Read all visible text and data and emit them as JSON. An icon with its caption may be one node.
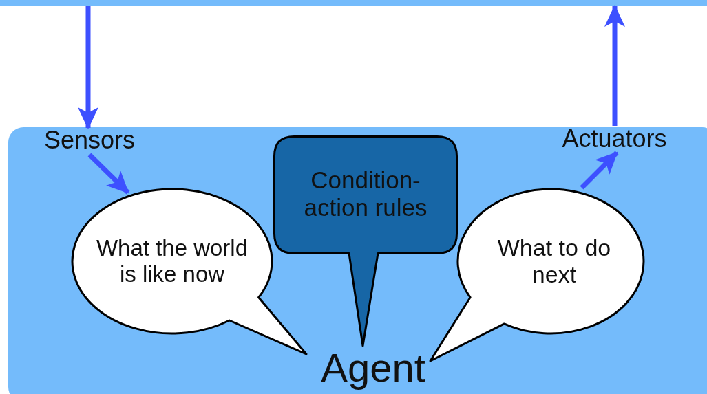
{
  "diagram": {
    "nodes": [
      {
        "text": [],
        "shape": "bar"
      },
      {
        "text": [
          "Agent"
        ]
      },
      {
        "text": [
          "Sensors"
        ],
        "in": 1
      },
      {
        "text": [
          "Actuators"
        ],
        "in": 1
      },
      {
        "text": [
          "What the world is like now"
        ],
        "in": 1
      },
      {
        "text": [
          "Condition-action rules"
        ],
        "in": 1
      },
      {
        "text": [
          "What to do next"
        ],
        "in": 1
      }
    ],
    "edges": [
      {
        "from": 0,
        "to": 2,
        "arrow": "to"
      },
      {
        "from": 2,
        "to": 4,
        "arrow": "to"
      },
      {
        "from": 6,
        "to": 3,
        "arrow": "to"
      },
      {
        "from": 3,
        "to": 0,
        "arrow": "to"
      }
    ]
  }
}
